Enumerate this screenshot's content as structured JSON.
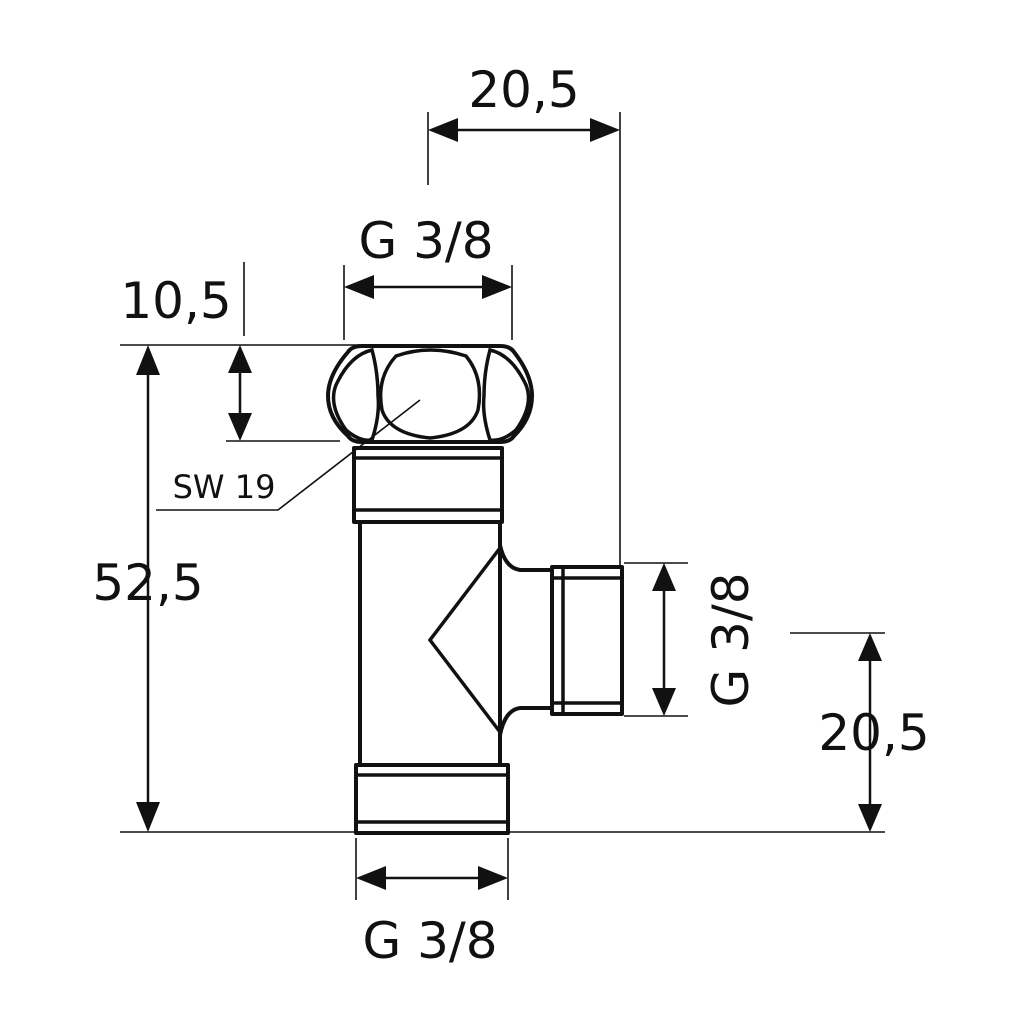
{
  "dimensions": {
    "top_offset": "20,5",
    "top_thread": "G 3/8",
    "nut_height": "10,5",
    "wrench_size": "SW 19",
    "overall_height": "52,5",
    "side_thread": "G 3/8",
    "side_height": "20,5",
    "bottom_thread": "G 3/8"
  },
  "colors": {
    "line": "#111111",
    "background": "#ffffff"
  }
}
